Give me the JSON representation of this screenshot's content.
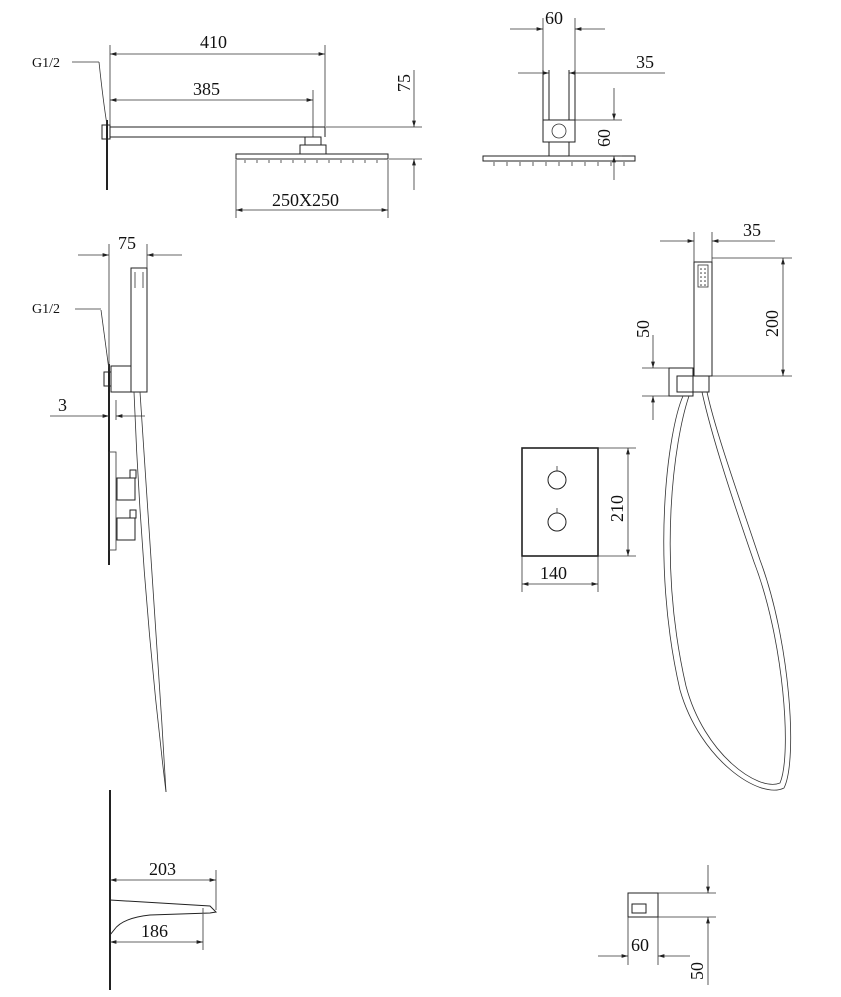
{
  "shower_head": {
    "thread_label": "G1/2",
    "arm_length_total": "410",
    "arm_length_reach": "385",
    "drop_height": "75",
    "head_size": "250X250",
    "top_width": "60",
    "top_connector": "35",
    "top_height": "60"
  },
  "hand_shower": {
    "projection": "75",
    "thread_label": "G1/2",
    "wall_gap": "3",
    "handle_width": "35",
    "handle_length": "200",
    "holder_height": "50"
  },
  "valve_plate": {
    "height": "210",
    "width": "140"
  },
  "spout": {
    "length_total": "203",
    "length_reach": "186",
    "side_width": "60",
    "side_height": "50"
  }
}
